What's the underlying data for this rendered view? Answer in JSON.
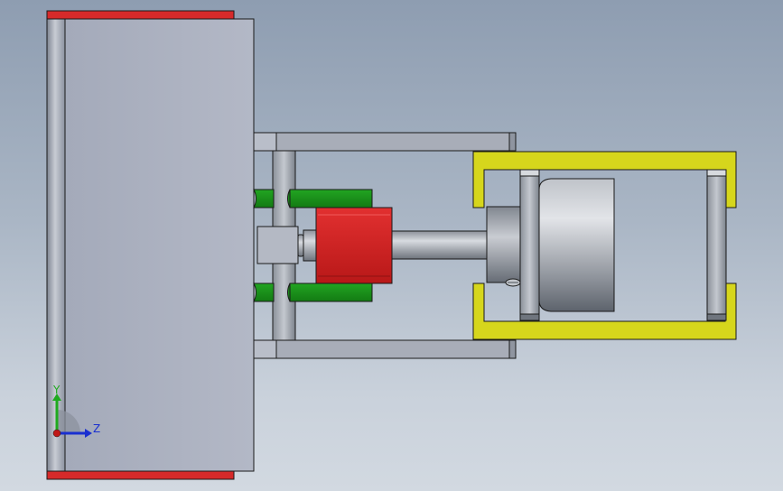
{
  "app": {
    "view": "cad-model-viewport"
  },
  "colors": {
    "background_top": "#8e9db1",
    "background_bottom": "#d2d9e1",
    "plate": "#a9afbe",
    "rail_red": "#d62a2a",
    "clamp_green": "#1b8f1b",
    "block_red": "#d42222",
    "frame_yellow": "#d6d61c",
    "steel": "#9aa0a8",
    "edge": "#1a1a1a"
  },
  "triad": {
    "y_label": "Y",
    "z_label": "Z",
    "y_color": "#1faa1f",
    "z_color": "#1a2fd0",
    "origin_color": "#c01818"
  }
}
